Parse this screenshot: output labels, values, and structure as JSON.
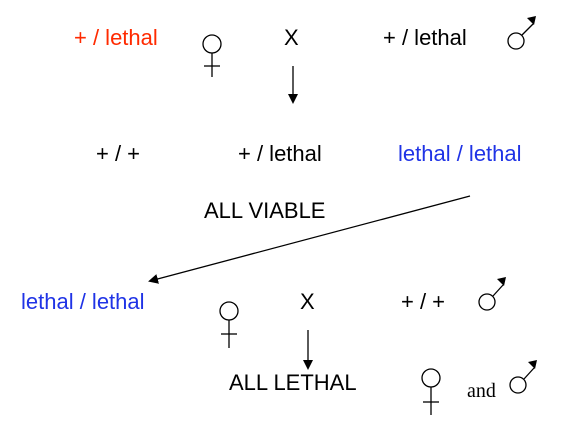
{
  "cross1": {
    "female_genotype": "+ / lethal",
    "cross_symbol": "X",
    "male_genotype": "+ / lethal"
  },
  "offspring1": {
    "genotypes": [
      "+ / +",
      "+ / lethal",
      "lethal / lethal"
    ],
    "result": "ALL VIABLE"
  },
  "cross2": {
    "female_genotype": "lethal / lethal",
    "cross_symbol": "X",
    "male_genotype": "+ / +"
  },
  "offspring2": {
    "result": "ALL LETHAL",
    "conjunction": "and"
  },
  "colors": {
    "red": "#ff2a00",
    "blue": "#1f33e6",
    "black": "#000000"
  }
}
